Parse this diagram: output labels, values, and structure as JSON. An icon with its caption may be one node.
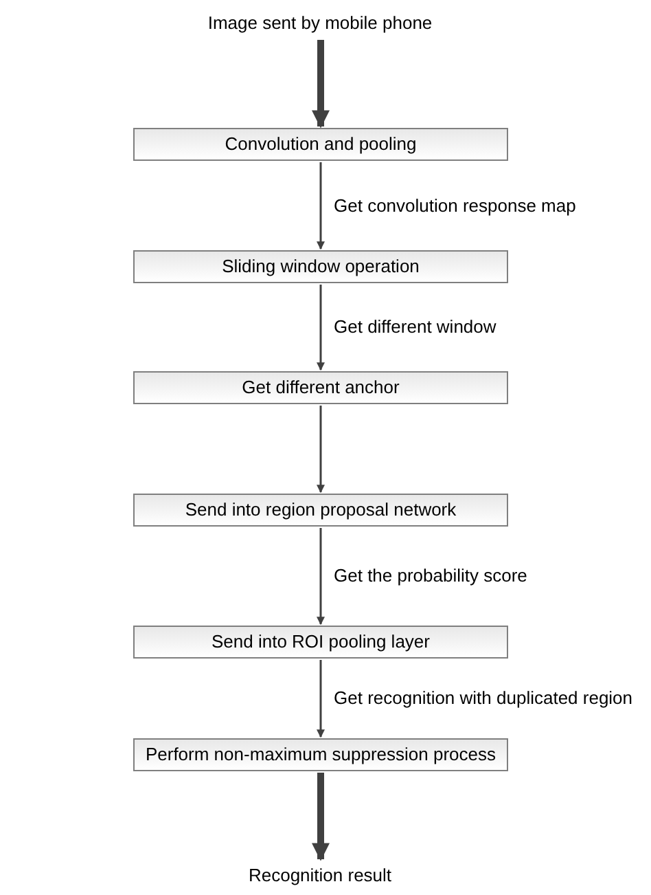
{
  "diagram": {
    "nodes": [
      {
        "text": [
          "Image sent by mobile phone"
        ]
      },
      {
        "text": [
          "Convolution and pooling"
        ]
      },
      {
        "text": [
          "Sliding window operation"
        ]
      },
      {
        "text": [
          "Get different anchor"
        ]
      },
      {
        "text": [
          "Send into region proposal network"
        ]
      },
      {
        "text": [
          "Send into ROI pooling layer"
        ]
      },
      {
        "text": [
          "Perform non-maximum suppression process"
        ]
      },
      {
        "text": [
          "Recognition result"
        ]
      }
    ],
    "edges": [
      {
        "from": 0,
        "to": 1,
        "arrow": "to",
        "style": "thick"
      },
      {
        "from": 1,
        "to": 2,
        "arrow": "to",
        "label": "Get convolution response map"
      },
      {
        "from": 2,
        "to": 3,
        "arrow": "to",
        "label": "Get different window"
      },
      {
        "from": 3,
        "to": 4,
        "arrow": "to"
      },
      {
        "from": 4,
        "to": 5,
        "arrow": "to",
        "label": "Get the probability score"
      },
      {
        "from": 5,
        "to": 6,
        "arrow": "to",
        "label": "Get recognition with duplicated region"
      },
      {
        "from": 6,
        "to": 7,
        "arrow": "to",
        "style": "thick"
      }
    ]
  }
}
